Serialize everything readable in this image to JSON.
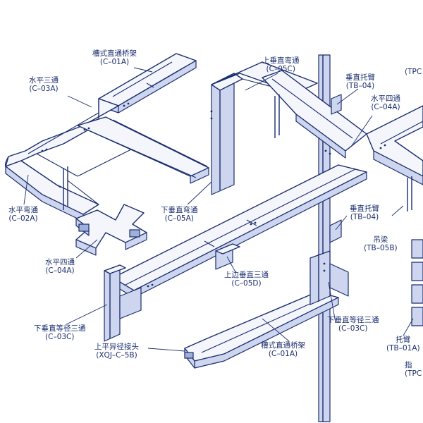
{
  "colors": {
    "line": "#1a2d6e",
    "tray_fill": "#f4f6fc",
    "tray_side": "#cdd6ee",
    "background": "#ffffff"
  },
  "labels": {
    "c01a_top": {
      "name": "槽式直通桥架",
      "code": "(C–01A)"
    },
    "c03a": {
      "name": "水平三通",
      "code": "(C–03A)"
    },
    "c05c": {
      "name": "上垂直弯通",
      "code": "(C–05C)"
    },
    "tb04_top": {
      "name": "垂直托臂",
      "code": "(TB–04)"
    },
    "tpc_top": {
      "name": "(TPC"
    },
    "c04a_right": {
      "name": "水平四通",
      "code": "(C–04A)"
    },
    "c02a": {
      "name": "水平弯通",
      "code": "(C–02A)"
    },
    "c05a": {
      "name": "下垂直弯通",
      "code": "(C–05A)"
    },
    "tb04_mid": {
      "name": "垂直托臂",
      "code": "(TB–04)"
    },
    "tb05b": {
      "name": "吊梁",
      "code": "(TB–05B)"
    },
    "c04a_left": {
      "name": "水平四通",
      "code": "(C–04A)"
    },
    "c05d": {
      "name": "上边垂直三通",
      "code": "(C–05D)"
    },
    "c03c_left": {
      "name": "下垂直等径三通",
      "code": "(C–03C)"
    },
    "c03c_right": {
      "name": "下垂直等径三通",
      "code": "(C–03C)"
    },
    "xqj": {
      "name": "上平异径接头",
      "code": "(XQJ–C–5B)"
    },
    "c01a_bottom": {
      "name": "槽式直通桥架",
      "code": "(C–01A)"
    },
    "tb01a": {
      "name": "托臂",
      "code": "(TB–01A)"
    },
    "tpc_bottom": {
      "name": "指",
      "code": "(TPC"
    }
  }
}
